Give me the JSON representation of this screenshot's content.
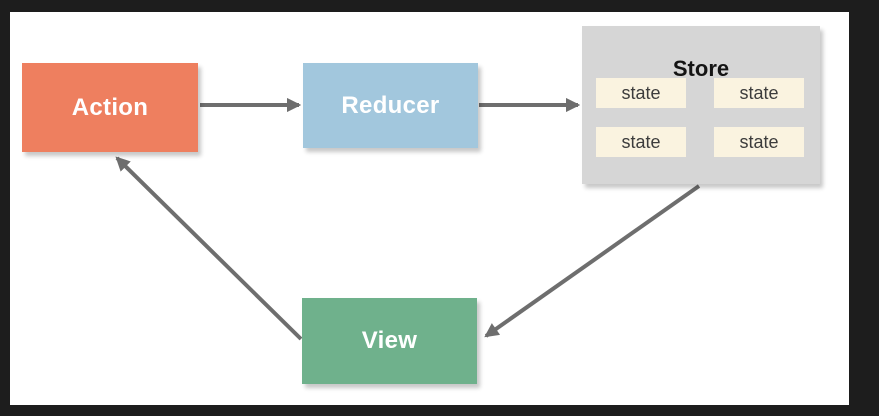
{
  "diagram": {
    "nodes": {
      "action": {
        "label": "Action",
        "color": "#ee7f5f"
      },
      "reducer": {
        "label": "Reducer",
        "color": "#a2c7dd"
      },
      "store": {
        "label": "Store",
        "color": "#d6d6d6",
        "cells": [
          "state",
          "state",
          "state",
          "state"
        ],
        "cell_color": "#faf3e0"
      },
      "view": {
        "label": "View",
        "color": "#6fb18c"
      }
    },
    "edges": [
      {
        "from": "Action",
        "to": "Reducer"
      },
      {
        "from": "Reducer",
        "to": "Store"
      },
      {
        "from": "Store",
        "to": "View"
      },
      {
        "from": "View",
        "to": "Action"
      }
    ],
    "colors": {
      "frame": "#1d1d1d",
      "canvas": "#ffffff",
      "arrow": "#6e6e6e",
      "node_label_text": "#ffffff",
      "store_title_text": "#141414",
      "state_text": "#3c3c3c"
    }
  }
}
